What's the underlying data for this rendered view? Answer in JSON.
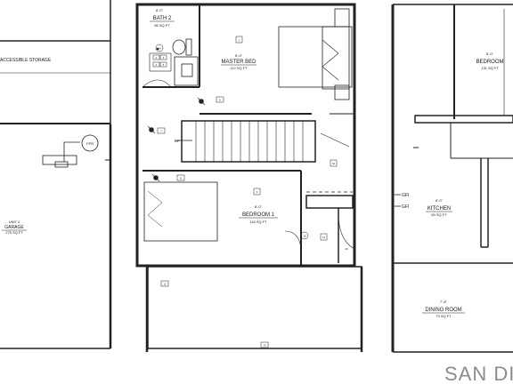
{
  "left_unit": {
    "storage_label": "ACCESSIBLE STORAGE",
    "fpr_tag": "FPR",
    "unit_label": "UNIT 2",
    "garage_label": "GARAGE",
    "garage_area": "275 SQ FT"
  },
  "center_unit": {
    "bath": {
      "dim": "8'-0\"",
      "name": "BATH 2",
      "area": "56 SQ FT"
    },
    "master": {
      "dim": "8'-0\"",
      "name": "MASTER BED",
      "area": "112 SQ FT"
    },
    "bedroom1": {
      "dim": "8'-0\"",
      "name": "BEDROOM 1",
      "area": "116 SQ FT"
    },
    "up_label": "UP",
    "tags": [
      "1",
      "2",
      "3",
      "4",
      "5",
      "6",
      "7",
      "8",
      "9",
      "10",
      "11",
      "12",
      "13",
      "14",
      "15",
      "20"
    ]
  },
  "right_unit": {
    "bedroom": {
      "dim": "8'-0\"",
      "name": "BEDROOM",
      "area": "131 SQ FT"
    },
    "kitchen": {
      "dim": "8'-0\"",
      "name": "KITCHEN",
      "area": "63 SQ FT"
    },
    "dining": {
      "dim": "7'-8\"",
      "name": "DINING ROOM",
      "area": "73 SQ FT"
    },
    "gfi_1": "GFI",
    "gfi_2": "GFI"
  },
  "watermark": "SAN DI"
}
